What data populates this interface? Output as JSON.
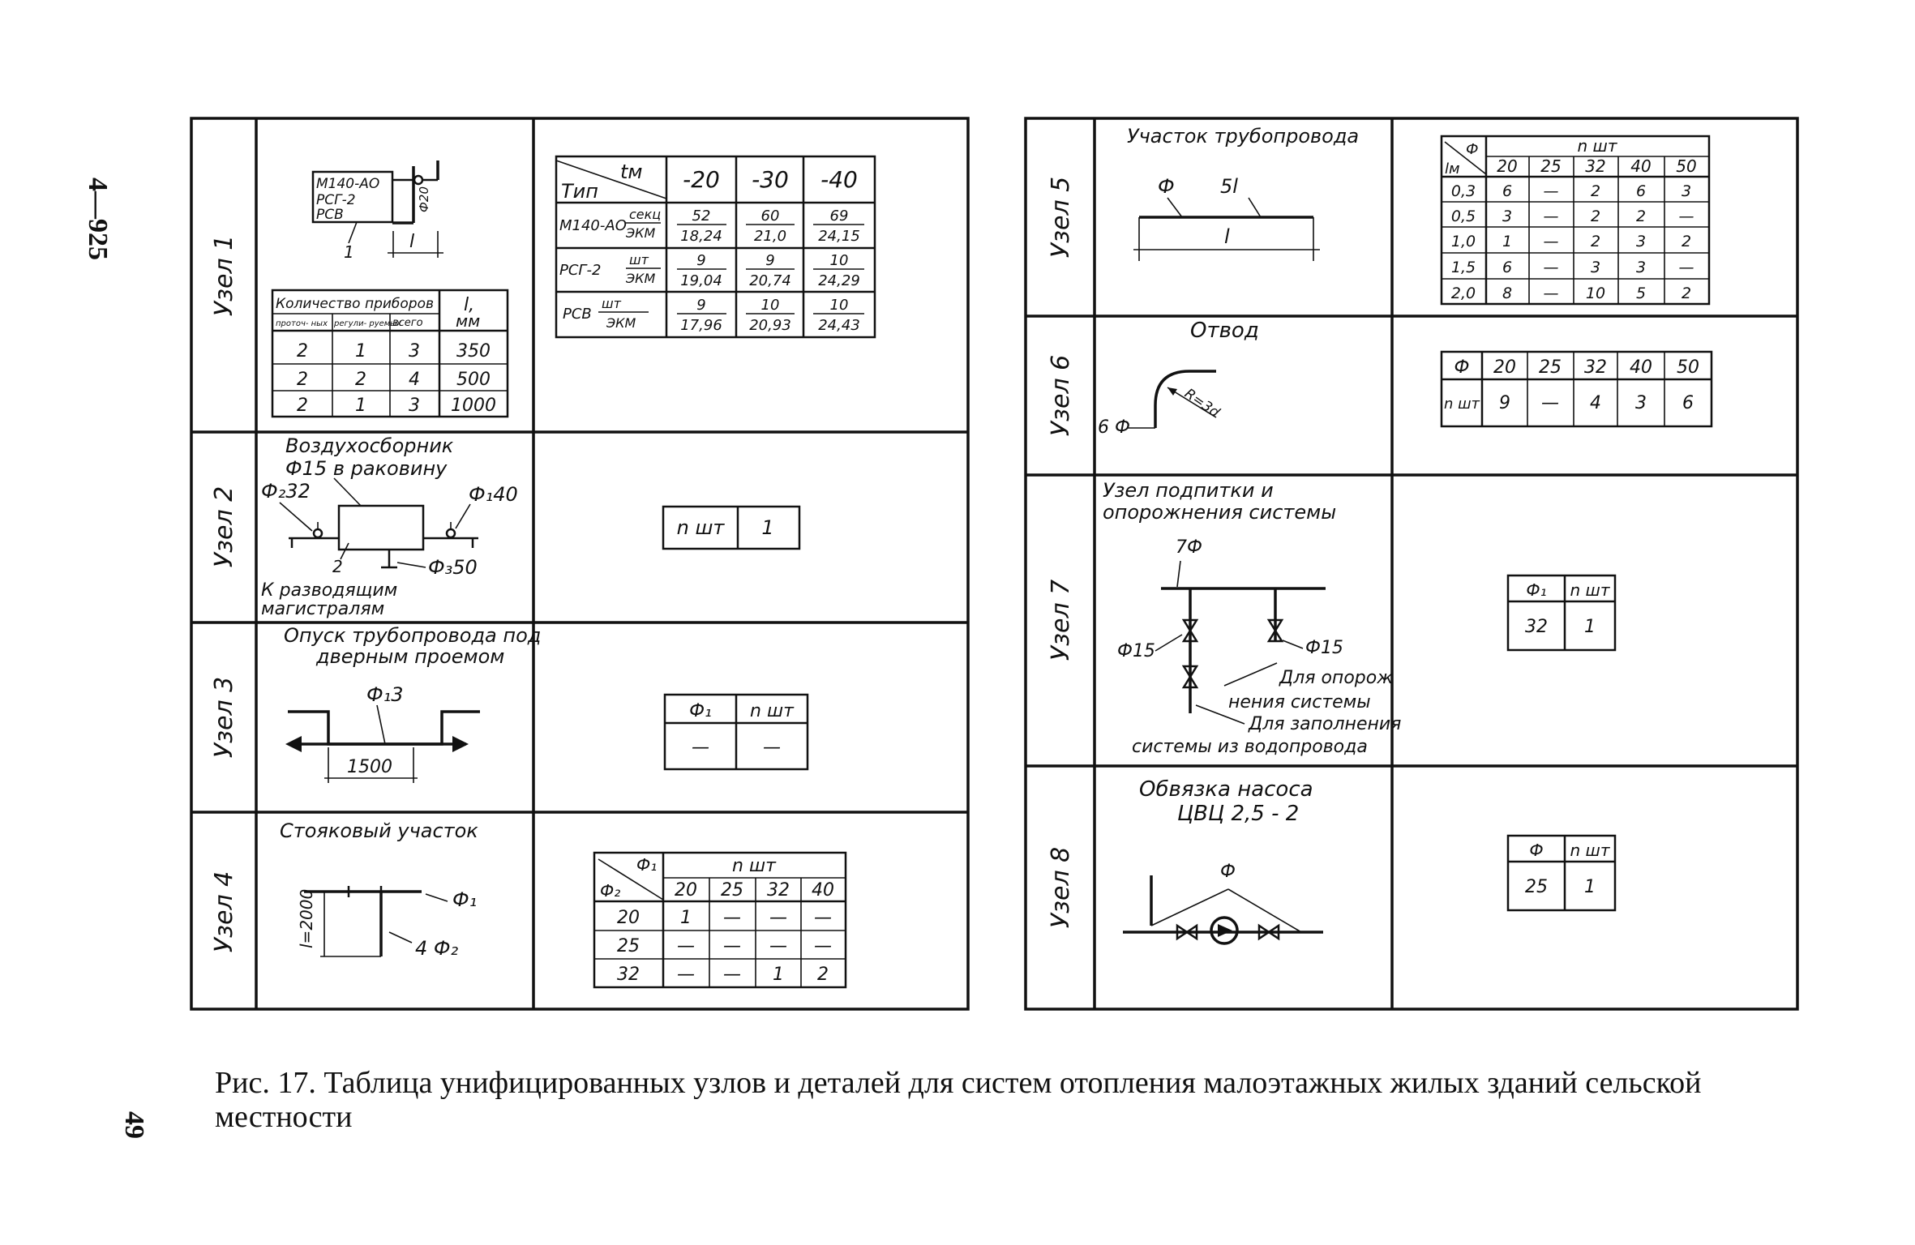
{
  "page": {
    "doc_code": "4—925",
    "page_number": "49",
    "caption_line1": "Рис. 17. Таблица унифицированных узлов и деталей для систем отопления малоэтажных жилых зданий сельской",
    "caption_line2": "местности"
  },
  "left_table": {
    "node1": {
      "row_label": "Узел 1",
      "device_labels": [
        "M140-AO",
        "РСГ-2",
        "РСВ"
      ],
      "pipe_label": "Ф20",
      "callout": "1",
      "dim_label": "l",
      "qty_table": {
        "header_group": "Количество приборов",
        "header_l": "l,",
        "header_mm": "мм",
        "sub_headers": [
          "проточ- ных",
          "регули- руемых",
          "всего"
        ],
        "rows": [
          [
            "2",
            "1",
            "3",
            "350"
          ],
          [
            "2",
            "2",
            "4",
            "500"
          ],
          [
            "2",
            "1",
            "3",
            "1000"
          ]
        ]
      },
      "type_table": {
        "corner_top": "tм",
        "corner_bottom": "Тип",
        "temps": [
          "-20",
          "-30",
          "-40"
        ],
        "rows": [
          {
            "type": "M140-AO",
            "unit_top": "секц",
            "unit_bottom": "ЭКМ",
            "values": [
              [
                "52",
                "18,24"
              ],
              [
                "60",
                "21,0"
              ],
              [
                "69",
                "24,15"
              ]
            ]
          },
          {
            "type": "РСГ-2",
            "unit_top": "шт",
            "unit_bottom": "ЭКМ",
            "values": [
              [
                "9",
                "19,04"
              ],
              [
                "9",
                "20,74"
              ],
              [
                "10",
                "24,29"
              ]
            ]
          },
          {
            "type": "РСВ",
            "unit_top": "шт",
            "unit_bottom": "ЭКМ",
            "values": [
              [
                "9",
                "17,96"
              ],
              [
                "10",
                "20,93"
              ],
              [
                "10",
                "24,43"
              ]
            ]
          }
        ]
      }
    },
    "node2": {
      "row_label": "Узел 2",
      "title1": "Воздухосборник",
      "title2": "Ф15 в раковину",
      "label_left": "Ф₂32",
      "label_right": "Ф₁40",
      "label_bottom": "Ф₃50",
      "callout": "2",
      "note1": "К разводящим",
      "note2": "магистралям",
      "table": {
        "header": "n шт",
        "value": "1"
      }
    },
    "node3": {
      "row_label": "Узел 3",
      "title1": "Опуск трубопровода под",
      "title2": "дверным проемом",
      "pipe_label": "Ф₁3",
      "dim": "1500",
      "table": {
        "headers": [
          "Ф₁",
          "n шт"
        ],
        "values": [
          "—",
          "—"
        ]
      }
    },
    "node4": {
      "row_label": "Узел 4",
      "title": "Стояковый участок",
      "label_f1": "Ф₁",
      "label_f2": "4 Ф₂",
      "dim": "l=2000",
      "table": {
        "corner_top": "Ф₁",
        "corner_bottom": "Ф₂",
        "group": "n шт",
        "cols": [
          "20",
          "25",
          "32",
          "40"
        ],
        "rows": [
          {
            "d": "20",
            "values": [
              "1",
              "—",
              "—",
              "—"
            ]
          },
          {
            "d": "25",
            "values": [
              "—",
              "—",
              "—",
              "—"
            ]
          },
          {
            "d": "32",
            "values": [
              "—",
              "—",
              "1",
              "2"
            ]
          }
        ]
      }
    }
  },
  "right_table": {
    "node5": {
      "row_label": "Узел 5",
      "title": "Участок трубопровода",
      "label_f": "Ф",
      "label_5l": "5l",
      "dim": "l",
      "table": {
        "corner_top": "Ф",
        "corner_bottom": "lм",
        "group": "n шт",
        "cols": [
          "20",
          "25",
          "32",
          "40",
          "50"
        ],
        "rows": [
          {
            "l": "0,3",
            "values": [
              "6",
              "—",
              "2",
              "6",
              "3"
            ]
          },
          {
            "l": "0,5",
            "values": [
              "3",
              "—",
              "2",
              "2",
              "—"
            ]
          },
          {
            "l": "1,0",
            "values": [
              "1",
              "—",
              "2",
              "3",
              "2"
            ]
          },
          {
            "l": "1,5",
            "values": [
              "6",
              "—",
              "3",
              "3",
              "—"
            ]
          },
          {
            "l": "2,0",
            "values": [
              "8",
              "—",
              "10",
              "5",
              "2"
            ]
          }
        ]
      }
    },
    "node6": {
      "row_label": "Узел 6",
      "title": "Отвод",
      "label_f": "6 Ф",
      "radius": "R=3d",
      "table": {
        "headers": [
          "Ф",
          "20",
          "25",
          "32",
          "40",
          "50"
        ],
        "row_label": "n шт",
        "values": [
          "9",
          "—",
          "4",
          "3",
          "6"
        ]
      }
    },
    "node7": {
      "row_label": "Узел 7",
      "title1": "Узел подпитки и",
      "title2": "опорожнения системы",
      "label_7f": "7Ф",
      "label_f15_left": "Ф15",
      "label_f15_right": "Ф15",
      "note1a": "Для опорож",
      "note1b": "нения системы",
      "note2a": "Для заполнения",
      "note2b": "системы из водопровода",
      "table": {
        "headers": [
          "Ф₁",
          "n шт"
        ],
        "values": [
          "32",
          "1"
        ]
      }
    },
    "node8": {
      "row_label": "Узел 8",
      "title1": "Обвязка насоса",
      "title2": "ЦВЦ 2,5 - 2",
      "label_f": "Ф",
      "table": {
        "headers": [
          "Ф",
          "n шт"
        ],
        "values": [
          "25",
          "1"
        ]
      }
    }
  }
}
